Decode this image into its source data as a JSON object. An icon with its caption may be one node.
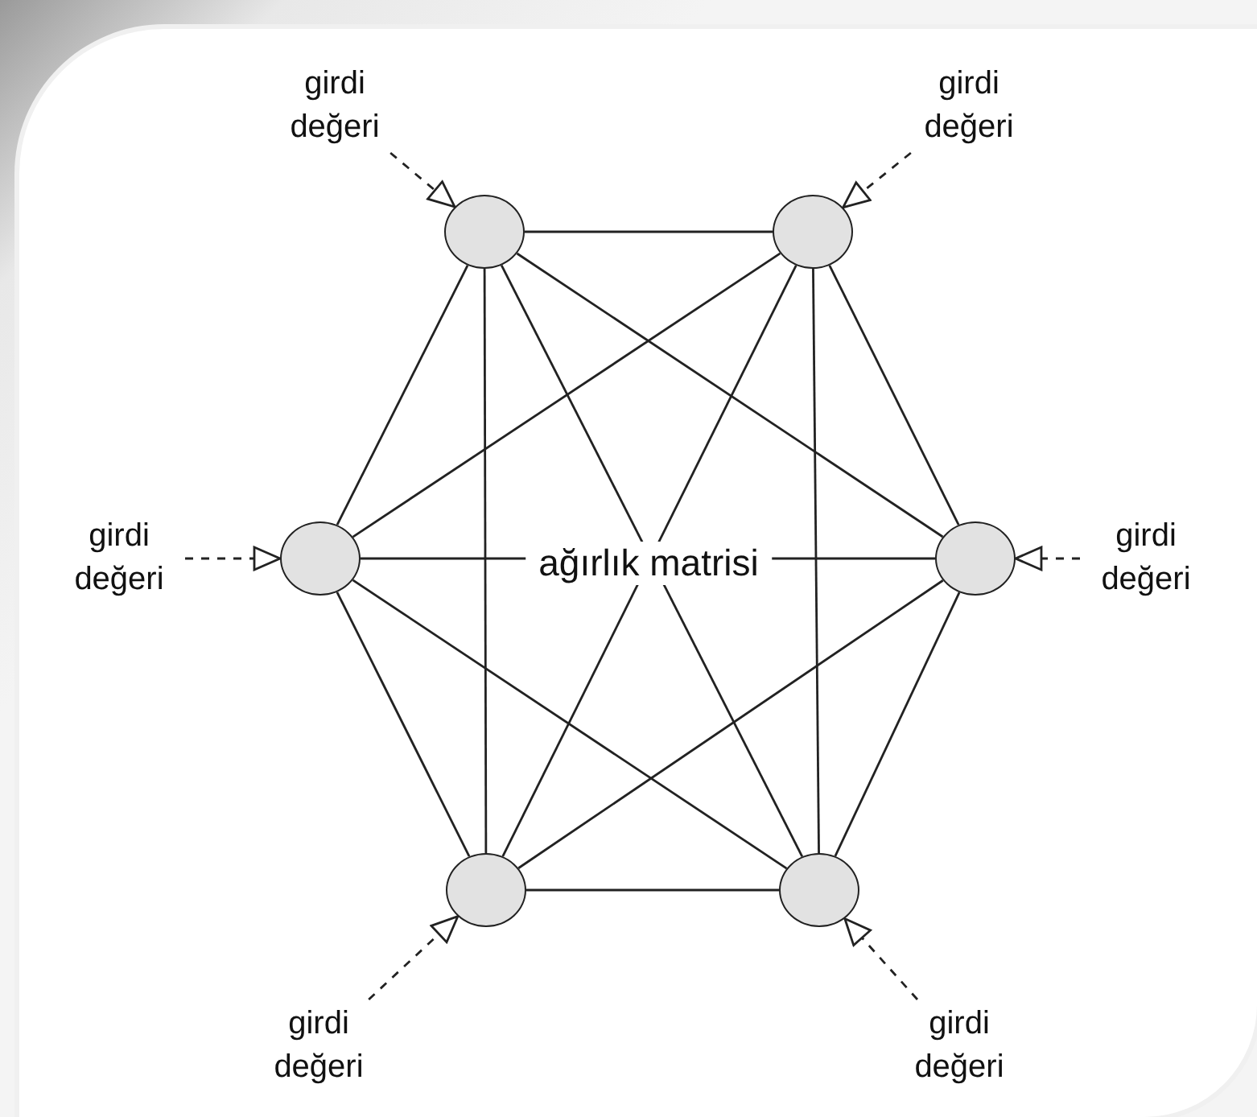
{
  "diagram": {
    "nodes": [
      {
        "text": [
          "girdi değeri"
        ]
      },
      {
        "text": [
          "girdi değeri"
        ]
      },
      {
        "text": [],
        "shape": "circle"
      },
      {
        "text": [],
        "shape": "circle"
      },
      {
        "text": [
          "girdi değeri"
        ]
      },
      {
        "text": [],
        "shape": "circle"
      },
      {
        "text": [],
        "shape": "circle"
      },
      {
        "text": [
          "girdi değeri"
        ]
      },
      {
        "text": [],
        "shape": "circle"
      },
      {
        "text": [],
        "shape": "circle"
      },
      {
        "text": [
          "girdi değeri"
        ]
      },
      {
        "text": [
          "girdi değeri"
        ]
      }
    ],
    "edges": [
      {
        "from": 0,
        "to": 2,
        "arrow": "to",
        "style": "dashed"
      },
      {
        "from": 1,
        "to": 3,
        "arrow": "to",
        "style": "dashed"
      },
      {
        "from": 4,
        "to": 5,
        "arrow": "to",
        "style": "dashed"
      },
      {
        "from": 7,
        "to": 6,
        "arrow": "to",
        "style": "dashed"
      },
      {
        "from": 10,
        "to": 8,
        "arrow": "to",
        "style": "dashed"
      },
      {
        "from": 11,
        "to": 9,
        "arrow": "to",
        "style": "dashed"
      },
      {
        "from": 2,
        "to": 3,
        "arrow": "none"
      },
      {
        "from": 2,
        "to": 5,
        "arrow": "none"
      },
      {
        "from": 2,
        "to": 6,
        "arrow": "none"
      },
      {
        "from": 2,
        "to": 8,
        "arrow": "none"
      },
      {
        "from": 2,
        "to": 9,
        "arrow": "none"
      },
      {
        "from": 3,
        "to": 5,
        "arrow": "none"
      },
      {
        "from": 3,
        "to": 6,
        "arrow": "none"
      },
      {
        "from": 3,
        "to": 8,
        "arrow": "none"
      },
      {
        "from": 3,
        "to": 9,
        "arrow": "none"
      },
      {
        "from": 5,
        "to": 6,
        "arrow": "none"
      },
      {
        "from": 5,
        "to": 8,
        "arrow": "none"
      },
      {
        "from": 5,
        "to": 9,
        "arrow": "none"
      },
      {
        "from": 6,
        "to": 8,
        "arrow": "none"
      },
      {
        "from": 6,
        "to": 9,
        "arrow": "none"
      },
      {
        "from": 8,
        "to": 9,
        "arrow": "none"
      }
    ],
    "labels": [
      "ağırlık matrisi"
    ]
  }
}
